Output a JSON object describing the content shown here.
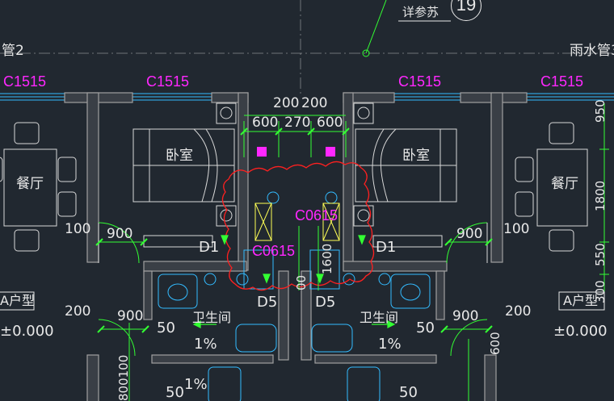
{
  "colors": {
    "background": "#212830",
    "wall": "#8a8a8a",
    "dimension": "#33ff33",
    "window_tag": "#ff27ff",
    "revision_cloud": "#ff2020",
    "furniture": "#d8d8d8",
    "fixture": "#33bbff"
  },
  "title": {
    "detail_ref": "详参苏",
    "detail_number": "19"
  },
  "pipes": {
    "left": "管2",
    "right": "雨水管3"
  },
  "windows": [
    "C1515",
    "C1515",
    "C1515",
    "C1515"
  ],
  "openings": {
    "left": "C0615",
    "right": "C0615"
  },
  "rooms": {
    "bedroom": "卧室",
    "dining": "餐厅",
    "bath": "卫生间",
    "unit_type": "A户型",
    "elevation": "±0.000"
  },
  "doors": {
    "d1": "D1",
    "d5": "D5"
  },
  "slope": {
    "pct": "1%",
    "size": "50"
  },
  "dims": {
    "d200": "200",
    "d600": "600",
    "d270": "270",
    "d900": "900",
    "d100": "100",
    "d950": "950",
    "d1800": "1800",
    "d550": "550",
    "d300": "300",
    "d1600": "1600",
    "d00": "00",
    "d800100": "800100"
  }
}
